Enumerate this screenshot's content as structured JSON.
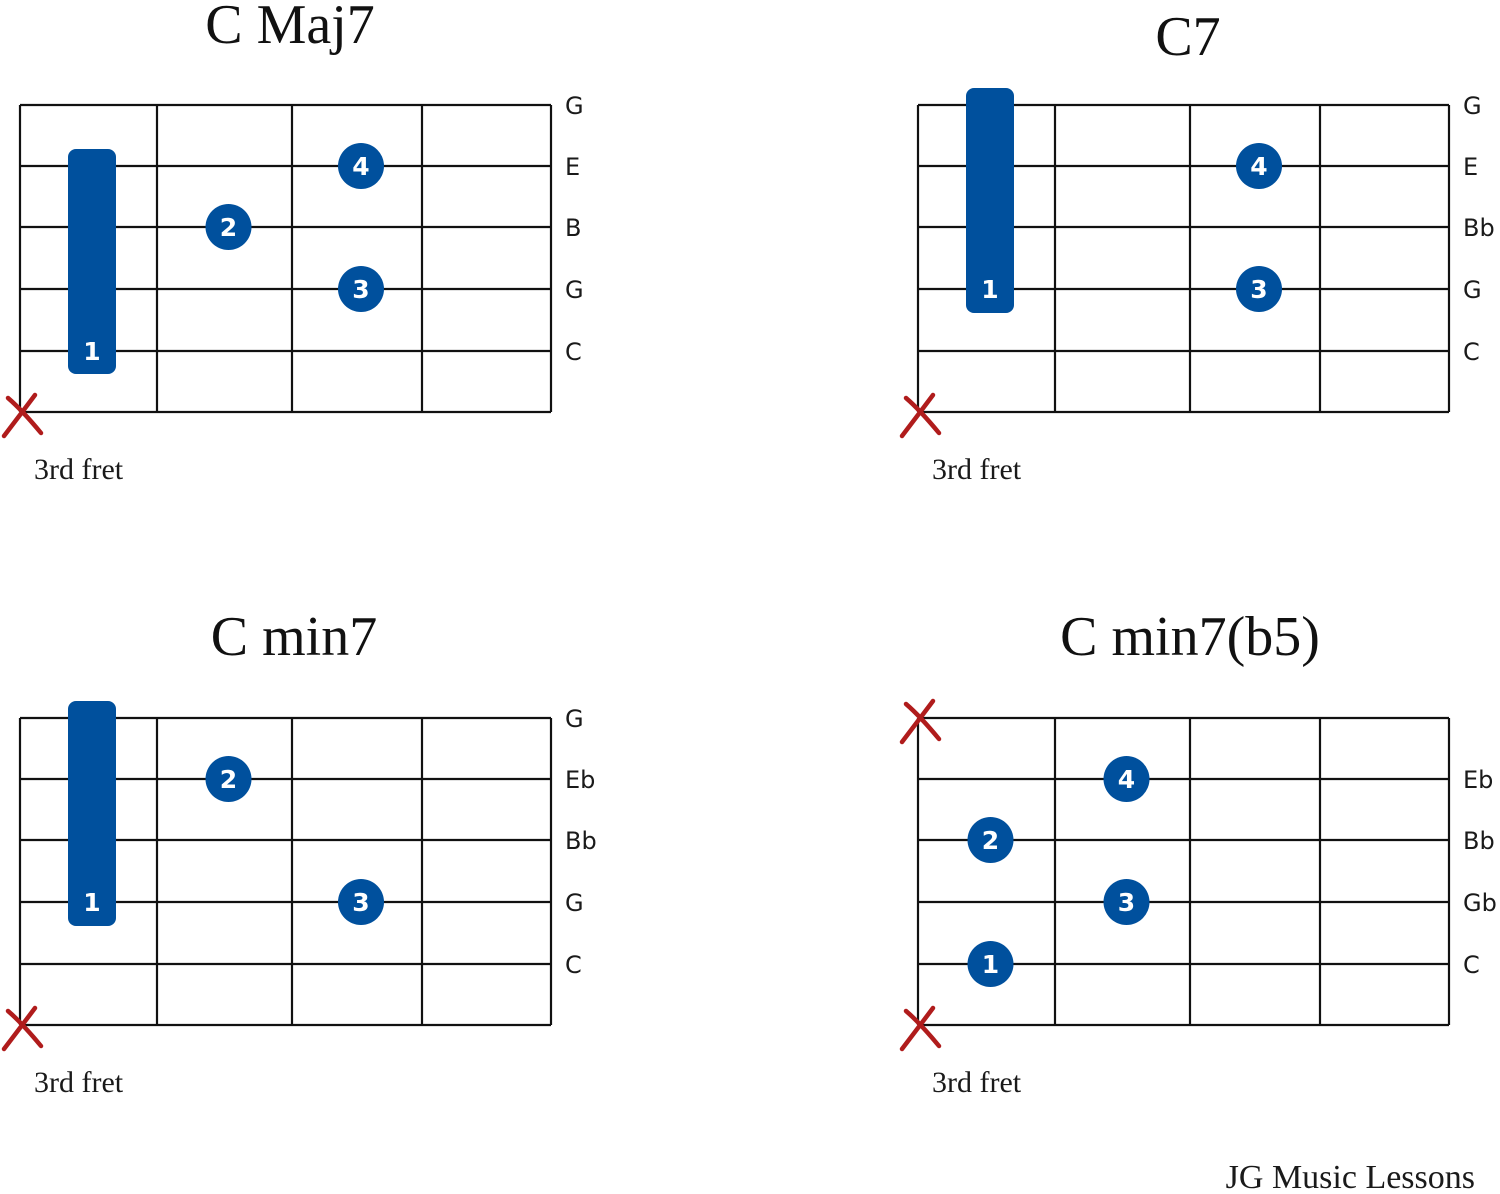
{
  "colors": {
    "accent": "#00509d",
    "mute": "#b01c1c",
    "line": "#111111"
  },
  "brand": "JG Music Lessons",
  "chords": [
    {
      "title": "C Maj7",
      "fret_label": "3rd fret",
      "string_names": [
        "G",
        "E",
        "B",
        "G",
        "C",
        ""
      ],
      "muted_strings": [
        6
      ],
      "barre": {
        "fret": 1,
        "from_string": 2,
        "to_string": 6,
        "finger": "1"
      },
      "fingers": [
        {
          "string": 2,
          "fret": 3,
          "finger": "4"
        },
        {
          "string": 3,
          "fret": 2,
          "finger": "2"
        },
        {
          "string": 4,
          "fret": 3,
          "finger": "3"
        }
      ]
    },
    {
      "title": "C7",
      "fret_label": "3rd fret",
      "string_names": [
        "G",
        "E",
        "Bb",
        "G",
        "C",
        ""
      ],
      "muted_strings": [
        6
      ],
      "barre": {
        "fret": 1,
        "from_string": 1,
        "to_string": 5,
        "finger": "1"
      },
      "fingers": [
        {
          "string": 2,
          "fret": 3,
          "finger": "4"
        },
        {
          "string": 4,
          "fret": 3,
          "finger": "3"
        }
      ]
    },
    {
      "title": "C min7",
      "fret_label": "3rd fret",
      "string_names": [
        "G",
        "Eb",
        "Bb",
        "G",
        "C",
        ""
      ],
      "muted_strings": [
        6
      ],
      "barre": {
        "fret": 1,
        "from_string": 1,
        "to_string": 5,
        "finger": "1"
      },
      "fingers": [
        {
          "string": 2,
          "fret": 2,
          "finger": "2"
        },
        {
          "string": 4,
          "fret": 3,
          "finger": "3"
        }
      ]
    },
    {
      "title": "C min7(b5)",
      "fret_label": "3rd fret",
      "string_names": [
        "",
        "Eb",
        "Bb",
        "Gb",
        "C",
        ""
      ],
      "muted_strings": [
        1,
        6
      ],
      "barre": null,
      "fingers": [
        {
          "string": 2,
          "fret": 2,
          "finger": "4"
        },
        {
          "string": 3,
          "fret": 1,
          "finger": "2"
        },
        {
          "string": 4,
          "fret": 2,
          "finger": "3"
        },
        {
          "string": 5,
          "fret": 1,
          "finger": "1"
        }
      ]
    }
  ]
}
